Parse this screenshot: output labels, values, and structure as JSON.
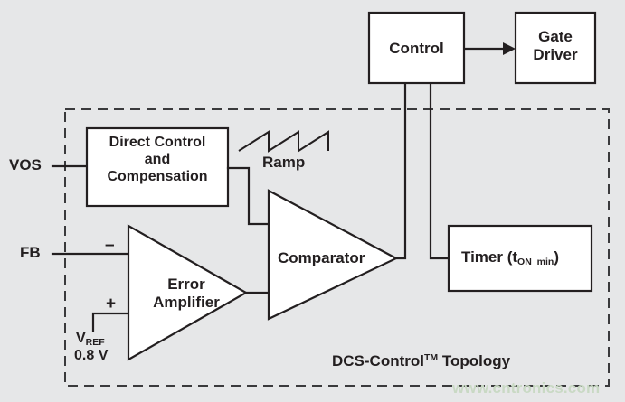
{
  "diagram": {
    "title": "DCS-Control Topology block diagram",
    "background_color": "#e6e7e8",
    "line_color": "#231f20",
    "box_fill_color": "#ffffff",
    "boundary_color": "#3a3a3c"
  },
  "blocks": {
    "control": {
      "label": "Control"
    },
    "gate_driver": {
      "label_line1": "Gate",
      "label_line2": "Driver"
    },
    "direct_control": {
      "label_line1": "Direct Control",
      "label_line2": "and",
      "label_line3": "Compensation"
    },
    "timer": {
      "label_prefix": "Timer (t",
      "label_sub": "ON_min",
      "label_suffix": ")"
    },
    "comparator": {
      "label": "Comparator"
    },
    "error_amplifier": {
      "label_line1": "Error",
      "label_line2": "Amplifier"
    }
  },
  "labels": {
    "vos": "VOS",
    "fb": "FB",
    "ramp": "Ramp",
    "vref_symbol": "V",
    "vref_subscript": "REF",
    "vref_value": "0.8 V",
    "minus_sign": "–",
    "plus_sign": "+",
    "topology_prefix": "DCS-Control",
    "topology_superscript": "TM",
    "topology_suffix": " Topology"
  },
  "watermark": {
    "text": "www.cntronics.com",
    "color": "#c9d9c4"
  },
  "icons": {
    "ramp_waveform": "sawtooth-waveform-icon",
    "arrow": "arrow-right-icon"
  }
}
